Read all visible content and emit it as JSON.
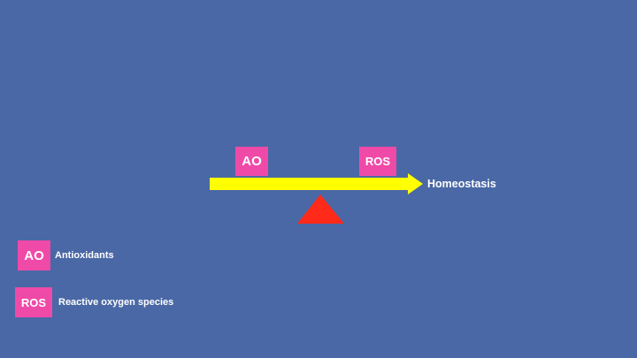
{
  "diagram": {
    "beam_left_label": "AO",
    "beam_right_label": "ROS",
    "arrow_target_label": "Homeostasis"
  },
  "legend": {
    "items": [
      {
        "abbr": "AO",
        "text": "Antioxidants"
      },
      {
        "abbr": "ROS",
        "text": "Reactive oxygen species"
      }
    ]
  },
  "colors": {
    "background": "#4a68a5",
    "badge": "#f04aa8",
    "arrow": "#ffff00",
    "fulcrum": "#ff2a1a",
    "text": "#ffffff"
  }
}
